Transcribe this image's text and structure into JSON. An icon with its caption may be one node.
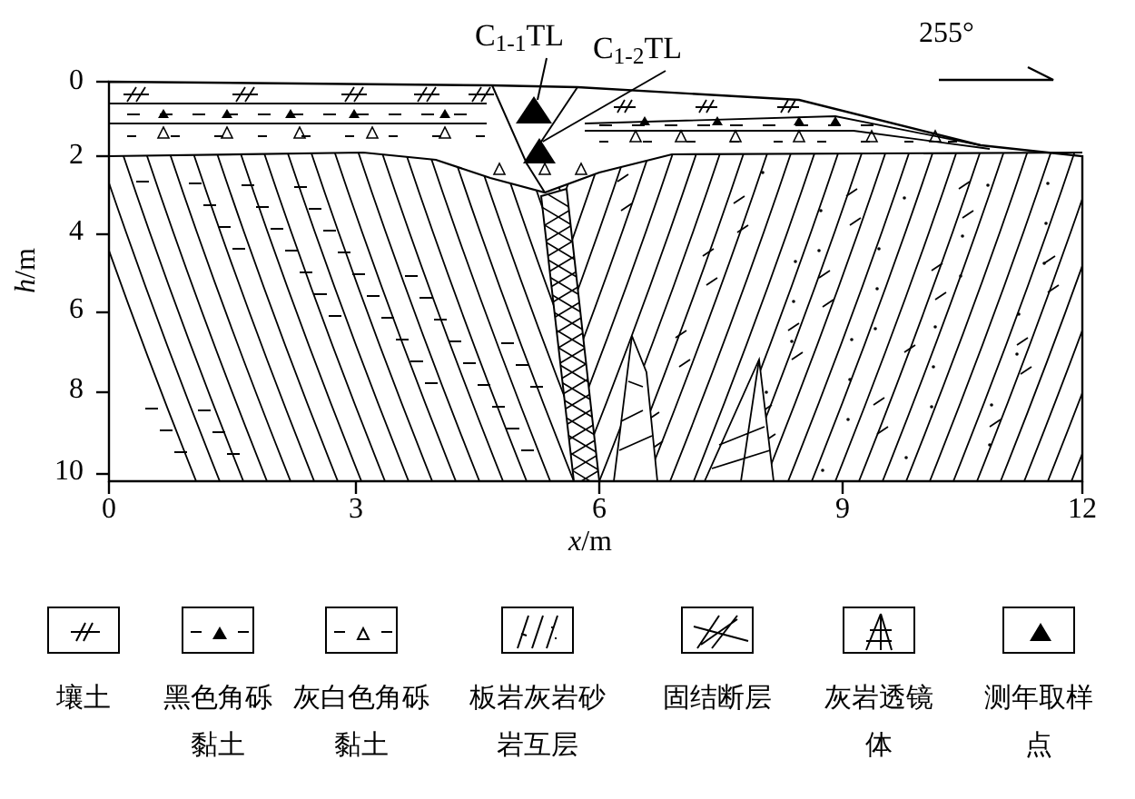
{
  "diagram": {
    "nodes": [
      {
        "text": [
          "C$_{1-1}$TL"
        ]
      },
      {
        "text": [],
        "shape": "triangle"
      },
      {
        "text": [
          "C$_{1-2}$TL"
        ]
      },
      {
        "text": [],
        "shape": "triangle"
      }
    ],
    "edges": [
      {
        "from": 0,
        "to": 1,
        "arrow": "none"
      },
      {
        "from": 2,
        "to": 3,
        "arrow": "none"
      }
    ],
    "labels": [
      "255°",
      "0",
      "2",
      "4",
      "6",
      "8",
      "10",
      "*h*/m",
      "0",
      "3",
      "6",
      "9",
      "12",
      "*x*/m"
    ],
    "legend": [
      {
        "text": "壤土"
      },
      {
        "text": "黑色角砾黏土"
      },
      {
        "text": "灰白色角砾黏土"
      },
      {
        "text": "板岩灰岩砂岩互层"
      },
      {
        "text": "固结断层"
      },
      {
        "text": "灰岩透镜体"
      },
      {
        "text": "测年取样点"
      }
    ]
  }
}
